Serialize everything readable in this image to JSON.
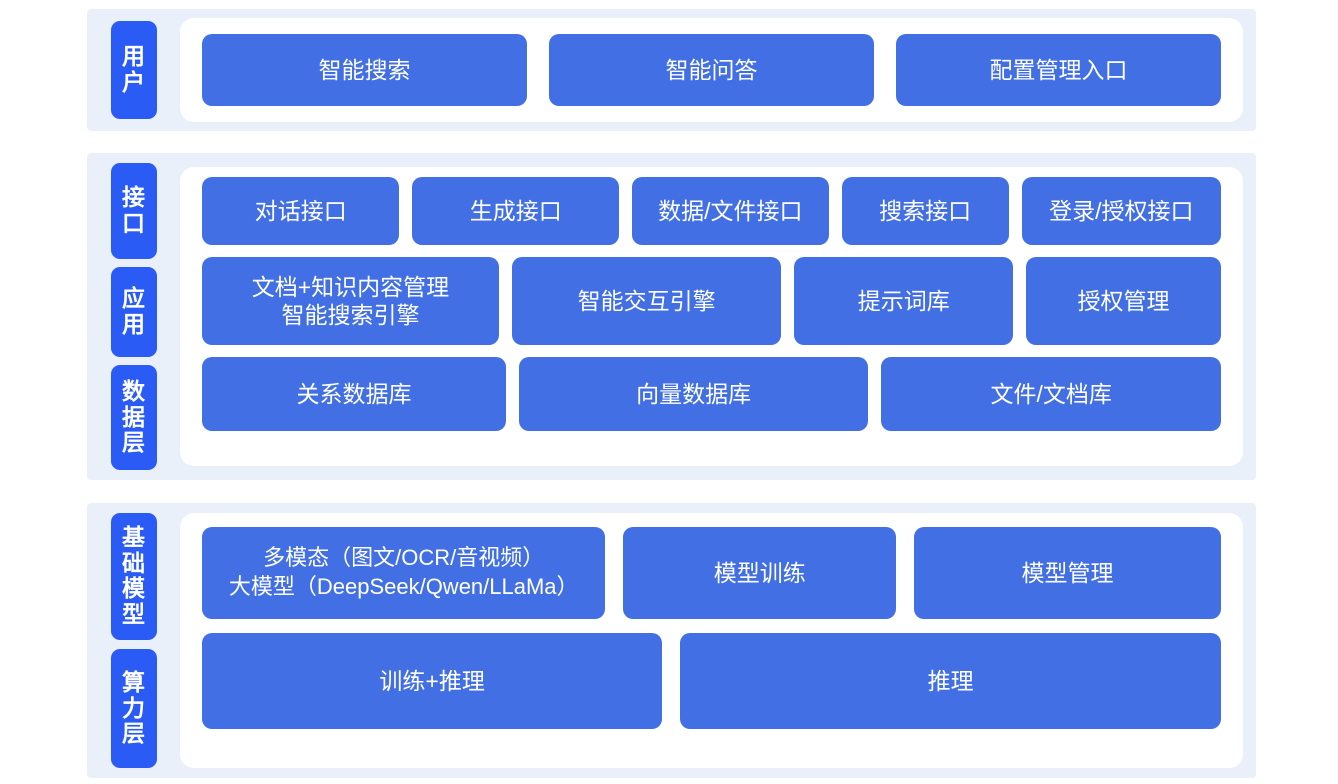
{
  "sections": [
    {
      "id": "user",
      "tabs": [
        {
          "label": "用户"
        }
      ],
      "rows": [
        {
          "id": "user-entries",
          "boxes": [
            {
              "label": "智能搜索",
              "flex": 1
            },
            {
              "label": "智能问答",
              "flex": 1
            },
            {
              "label": "配置管理入口",
              "flex": 1
            }
          ]
        }
      ]
    },
    {
      "id": "platform",
      "tabs": [
        {
          "label": "接口"
        },
        {
          "label": "应用"
        },
        {
          "label": "数据层"
        }
      ],
      "rows": [
        {
          "id": "api-row",
          "boxes": [
            {
              "label": "对话接口",
              "flex": 202
            },
            {
              "label": "生成接口",
              "flex": 212
            },
            {
              "label": "数据/文件接口",
              "flex": 201
            },
            {
              "label": "搜索接口",
              "flex": 169
            },
            {
              "label": "登录/授权接口",
              "flex": 204
            }
          ]
        },
        {
          "id": "app-row",
          "boxes": [
            {
              "label": "文档+知识内容管理\n智能搜索引擎",
              "flex": 302
            },
            {
              "label": "智能交互引擎",
              "flex": 273
            },
            {
              "label": "提示词库",
              "flex": 219
            },
            {
              "label": "授权管理",
              "flex": 194
            }
          ]
        },
        {
          "id": "data-row",
          "boxes": [
            {
              "label": "关系数据库",
              "flex": 303
            },
            {
              "label": "向量数据库",
              "flex": 350
            },
            {
              "label": "文件/文档库",
              "flex": 340
            }
          ]
        }
      ]
    },
    {
      "id": "infra",
      "tabs": [
        {
          "label": "基础模型"
        },
        {
          "label": "算力层"
        }
      ],
      "rows": [
        {
          "id": "model-row",
          "boxes": [
            {
              "label": "多模态（图文/OCR/音视频）\n大模型（DeepSeek/Qwen/LLaMa）",
              "flex": 398,
              "multimodal": true
            },
            {
              "label": "模型训练",
              "flex": 265
            },
            {
              "label": "模型管理",
              "flex": 300
            }
          ]
        },
        {
          "id": "compute-row",
          "boxes": [
            {
              "label": "训练+推理",
              "flex": 462
            },
            {
              "label": "推理",
              "flex": 545
            }
          ]
        }
      ]
    }
  ],
  "colors": {
    "page_background": "#ffffff",
    "section_panel": "#eaf0fa",
    "card_background": "#ffffff",
    "tab_blue": "#2a5cf5",
    "box_blue": "#4270e4",
    "text_on_blue": "#ffffff"
  }
}
